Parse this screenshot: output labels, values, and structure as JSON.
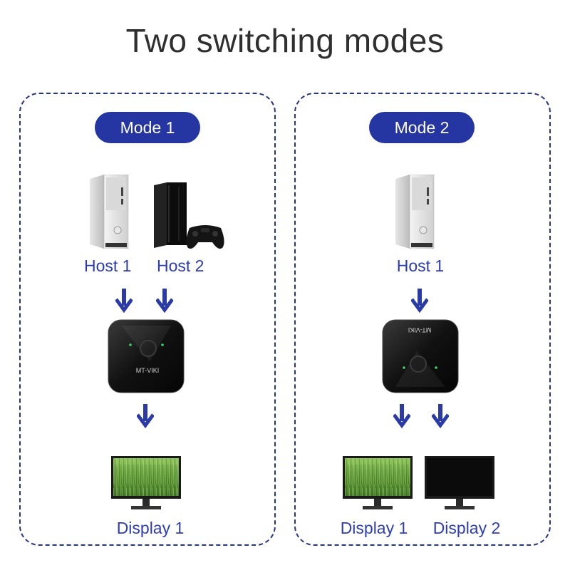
{
  "title": "Two switching modes",
  "colors": {
    "accent": "#2536a3",
    "label": "#2e3db4",
    "border": "#27357f",
    "arrow": "#2a3ba8"
  },
  "modes": [
    {
      "label": "Mode 1",
      "hosts": [
        "Host 1",
        "Host 2"
      ],
      "displays": [
        "Display 1"
      ]
    },
    {
      "label": "Mode 2",
      "hosts": [
        "Host 1"
      ],
      "displays": [
        "Display 1",
        "Display 2"
      ]
    }
  ],
  "device": {
    "brand": "MT-VIKI"
  },
  "icons": [
    "pc-tower-icon",
    "game-console-icon",
    "gamepad-icon",
    "arrow-down-icon",
    "kvm-switch-icon",
    "monitor-icon"
  ]
}
